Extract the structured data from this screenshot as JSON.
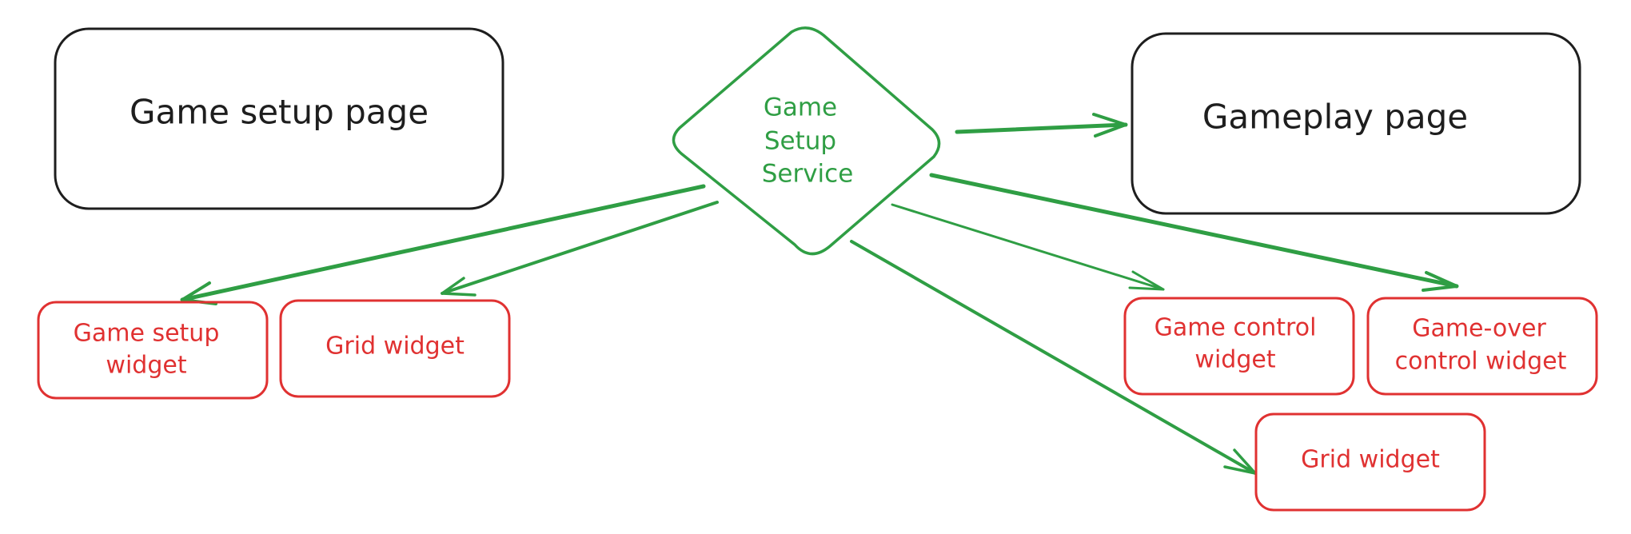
{
  "pages": {
    "setup": {
      "label": "Game setup page"
    },
    "gameplay": {
      "label": "Gameplay page"
    }
  },
  "service": {
    "label_lines": [
      "Game",
      "Setup",
      "Service"
    ]
  },
  "widgets": {
    "setup_widget": {
      "label_lines": [
        "Game setup",
        "widget"
      ]
    },
    "grid_left": {
      "label_lines": [
        "Grid widget"
      ]
    },
    "game_control": {
      "label_lines": [
        "Game control",
        "widget"
      ]
    },
    "game_over": {
      "label_lines": [
        "Game-over",
        "control widget"
      ]
    },
    "grid_right": {
      "label_lines": [
        "Grid widget"
      ]
    }
  },
  "colors": {
    "page_stroke": "#1e1e1e",
    "service_stroke": "#2f9e44",
    "widget_stroke": "#e03131",
    "background": "#ffffff"
  }
}
